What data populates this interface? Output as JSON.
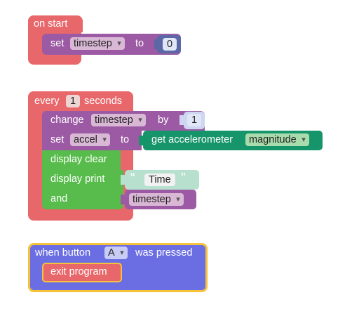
{
  "colors": {
    "events": "#e8676a",
    "events_dark": "#c95154",
    "variables": "#9b5aa3",
    "math": "#5c68a6",
    "math_light": "#cfd6f2",
    "sensors": "#16946a",
    "display": "#58bc4c",
    "text": "#b7e0ce",
    "buttons": "#6b6ee2",
    "buttons_outline": "#f4c23b"
  },
  "on_start": {
    "hat_label": "on start",
    "set_label": "set",
    "variable": "timestep",
    "to_label": "to",
    "value": "0"
  },
  "every": {
    "every_label": "every",
    "interval": "1",
    "seconds_label": "seconds",
    "change_label": "change",
    "change_variable": "timestep",
    "by_label": "by",
    "change_value": "1",
    "set_label": "set",
    "set_variable": "accel",
    "to_label": "to",
    "get_label": "get accelerometer",
    "get_option": "magnitude",
    "clear_label": "display clear",
    "print_label": "display print",
    "quote_open": "“",
    "print_text": "Time",
    "quote_close": "”",
    "and_label": "and",
    "and_variable": "timestep"
  },
  "button_event": {
    "when_label": "when  button",
    "button": "A",
    "pressed_label": "was pressed",
    "exit_label": "exit program"
  }
}
